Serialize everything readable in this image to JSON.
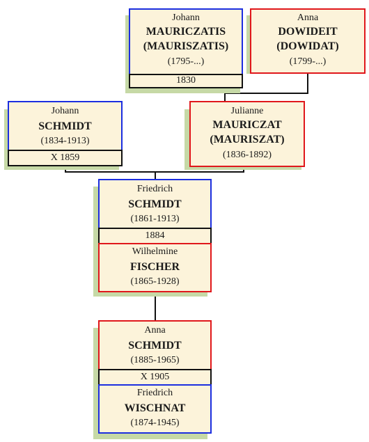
{
  "people": {
    "johann_mauriczatis": {
      "first": "Johann",
      "last1": "MAURICZATIS",
      "last2": "(MAURISZATIS)",
      "dates": "(1795-...)"
    },
    "anna_dowideit": {
      "first": "Anna",
      "last1": "DOWIDEIT",
      "last2": "(DOWIDAT)",
      "dates": "(1799-...)"
    },
    "johann_schmidt": {
      "first": "Johann",
      "last": "SCHMIDT",
      "dates": "(1834-1913)"
    },
    "julianne_mauriczat": {
      "first": "Julianne",
      "last1": "MAURICZAT",
      "last2": "(MAURISZAT)",
      "dates": "(1836-1892)"
    },
    "friedrich_schmidt": {
      "first": "Friedrich",
      "last": "SCHMIDT",
      "dates": "(1861-1913)"
    },
    "wilhelmine_fischer": {
      "first": "Wilhelmine",
      "last": "FISCHER",
      "dates": "(1865-1928)"
    },
    "anna_schmidt": {
      "first": "Anna",
      "last": "SCHMIDT",
      "dates": "(1885-1965)"
    },
    "friedrich_wischnat": {
      "first": "Friedrich",
      "last": "WISCHNAT",
      "dates": "(1874-1945)"
    }
  },
  "marriages": {
    "m1830": "1830",
    "m1859": "X 1859",
    "m1884": "1884",
    "m1905": "X 1905"
  },
  "colors": {
    "male_border": "#1b2ee0",
    "female_border": "#e0171b",
    "box_fill": "#fcf3da",
    "shadow": "#c6d9a6"
  }
}
